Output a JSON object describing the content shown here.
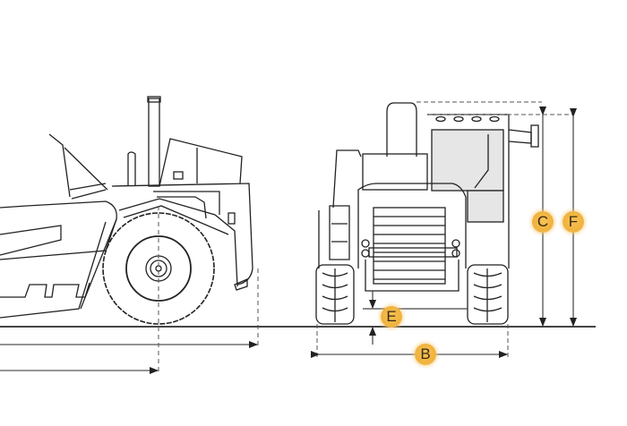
{
  "diagram": {
    "type": "technical dimension drawing",
    "subject": "wheel tractor-scraper",
    "views": [
      "side-view",
      "front-view"
    ],
    "colors": {
      "line": "#222222",
      "dim_line": "#555555",
      "badge_fill": "#f0b23c",
      "badge_text": "#3a2a10",
      "glass": "#e6e6e6"
    },
    "callouts": {
      "B": {
        "label": "B",
        "meaning": "tread width / overall width at tires"
      },
      "C": {
        "label": "C",
        "meaning": "height to top of cab/ROPS"
      },
      "E": {
        "label": "E",
        "meaning": "ground clearance"
      },
      "F": {
        "label": "F",
        "meaning": "height to top of exhaust"
      }
    }
  }
}
